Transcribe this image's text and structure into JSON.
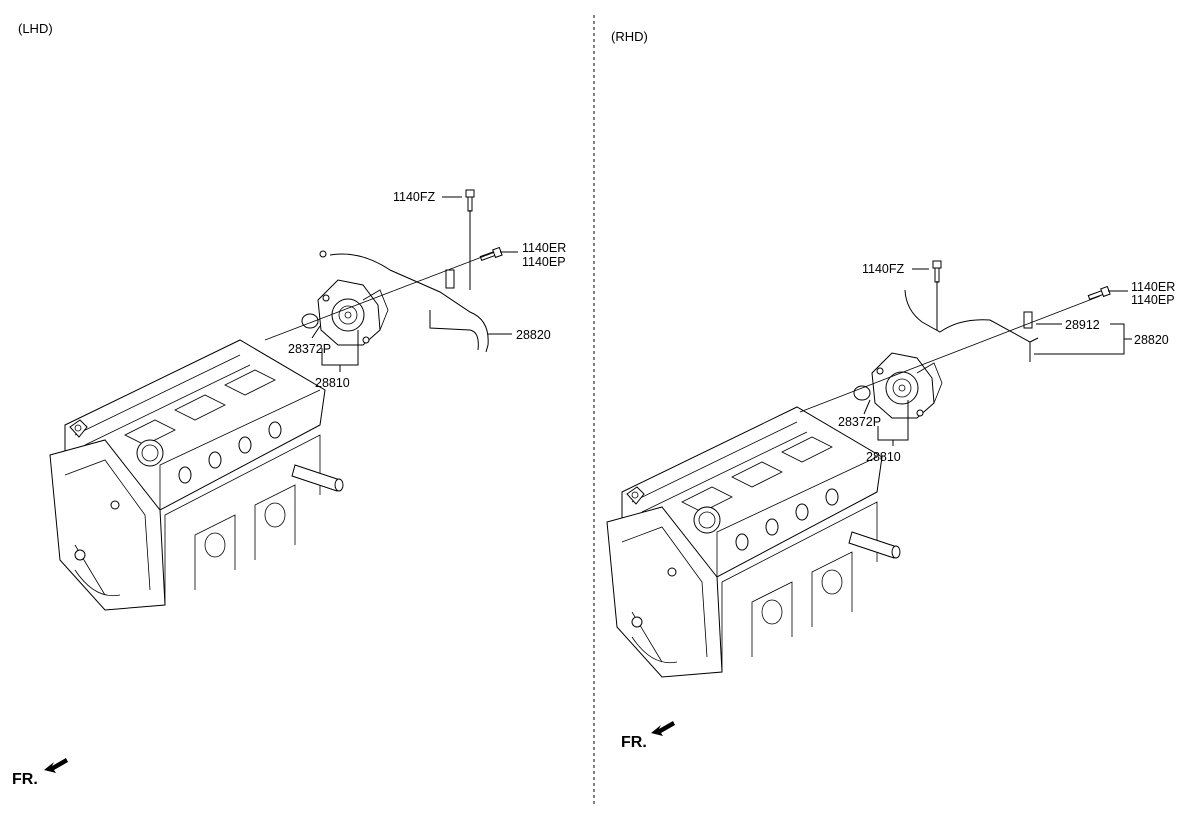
{
  "views": {
    "left": {
      "header": "(LHD)"
    },
    "right": {
      "header": "(RHD)"
    }
  },
  "labels": {
    "left": {
      "bolt_fz": "1140FZ",
      "bolt_er": "1140ER",
      "bolt_ep": "1140EP",
      "hose": "28820",
      "gasket": "28372P",
      "pump": "28810"
    },
    "right": {
      "bolt_fz": "1140FZ",
      "bolt_er": "1140ER",
      "bolt_ep": "1140EP",
      "hose_sub": "28912",
      "hose": "28820",
      "gasket": "28372P",
      "pump": "28810"
    }
  },
  "front_indicator": {
    "text": "FR."
  }
}
